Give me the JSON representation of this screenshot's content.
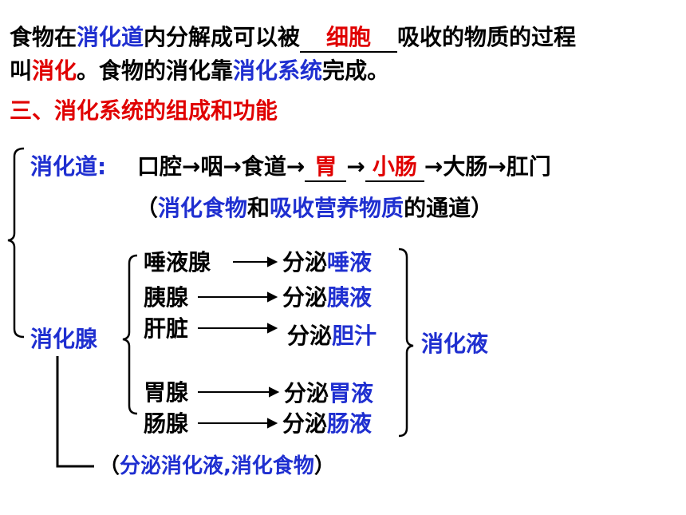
{
  "intro": {
    "l1_a": "食物在",
    "l1_term1": "消化道",
    "l1_b": "内分解成可以被",
    "l1_blank_answer": "细胞",
    "l1_c": "吸收的物质的过程",
    "l2_a": "叫",
    "l2_term": "消化",
    "l2_b": "。食物的消化靠",
    "l2_term2": "消化系统",
    "l2_c": "完成。"
  },
  "section_heading": "三、消化系统的组成和功能",
  "canal": {
    "label": "消化道:",
    "path_a": "口腔→咽→食道→",
    "blank1": "胃",
    "arrow": "→",
    "blank2": "小肠",
    "path_b": "→大肠→肛门",
    "func_open": "（",
    "func_t1": "消化食物",
    "func_mid": "和",
    "func_t2": "吸收营养物质",
    "func_rest": "的通道）"
  },
  "glands": {
    "label": "消化腺",
    "secrete_prefix": "分泌",
    "items": [
      {
        "name": "唾液腺",
        "juice": "唾液"
      },
      {
        "name": "胰腺",
        "juice": "胰液"
      },
      {
        "name": "肝脏",
        "juice": "胆汁"
      },
      {
        "name": "胃腺",
        "juice": "胃液"
      },
      {
        "name": "肠腺",
        "juice": "肠液"
      }
    ],
    "juice_label": "消化液",
    "func_open": "（",
    "func_text": "分泌消化液,消化食物",
    "func_close": "）"
  },
  "colors": {
    "term_blue": "#1f2fd0",
    "answer_red": "#e00000",
    "text": "#000000"
  }
}
